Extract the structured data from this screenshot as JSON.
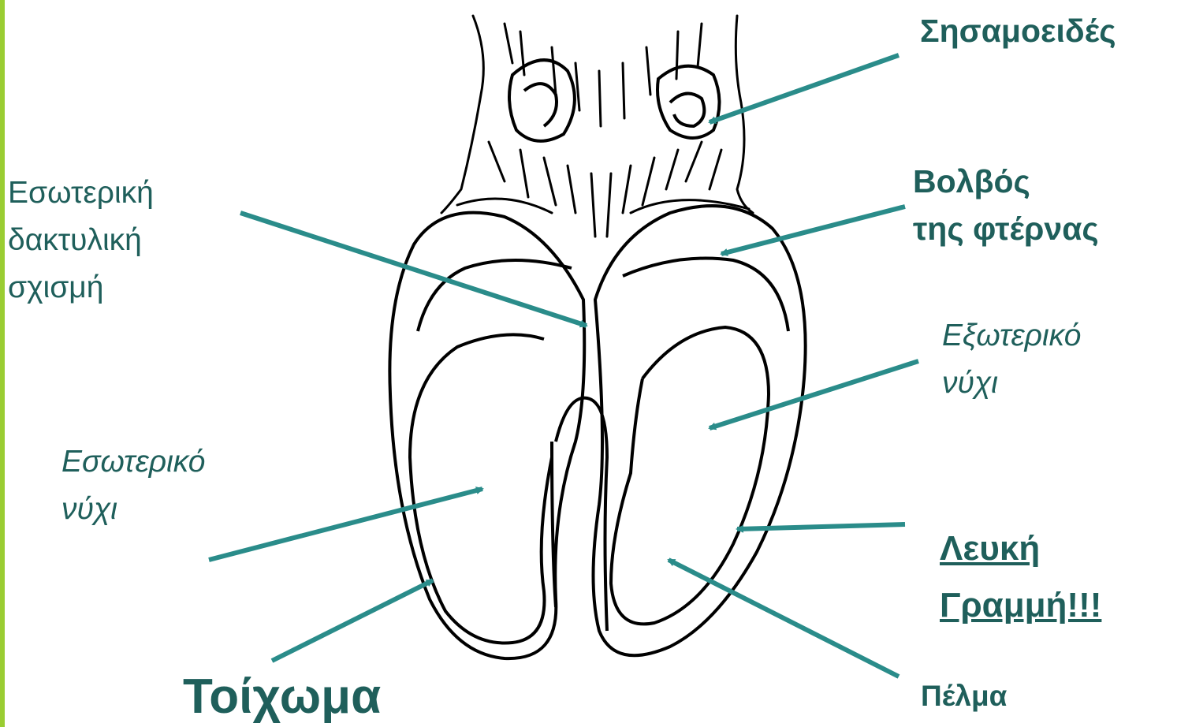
{
  "colors": {
    "accent_bar": "#9acd32",
    "arrow": "#2a8c8a",
    "text": "#1f5f5b",
    "ink": "#000000"
  },
  "labels": {
    "sesamoid": "Σησαμοειδές",
    "heel_bulb": [
      "Βολβός",
      "της φτέρνας"
    ],
    "interdigital_cleft": [
      "Εσωτερική",
      "δακτυλική",
      "σχισμή"
    ],
    "outer_claw": [
      "Εξωτερικό",
      "νύχι"
    ],
    "inner_claw": [
      "Εσωτερικό",
      "νύχι"
    ],
    "white_line": [
      "Λευκή ",
      "Γραμμή!!!"
    ],
    "sole": "Πέλμα",
    "wall": "Τοίχωμα"
  }
}
